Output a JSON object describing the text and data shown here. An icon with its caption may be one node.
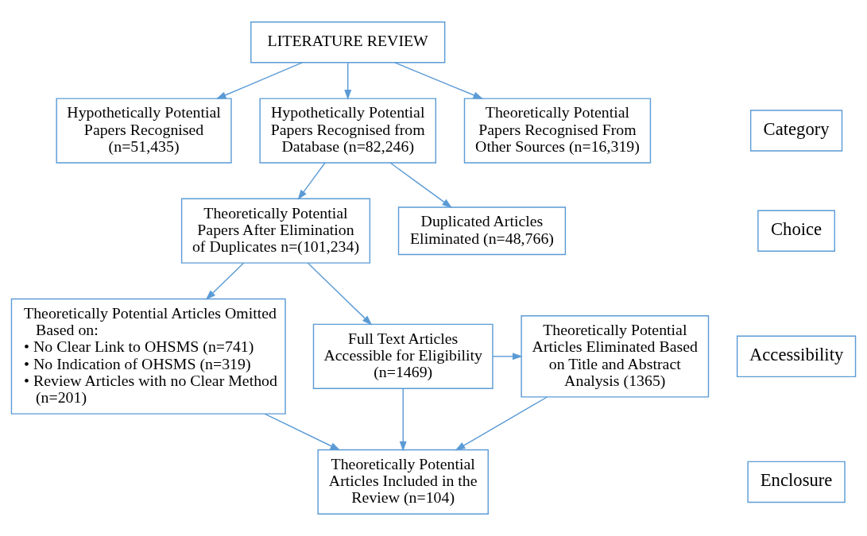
{
  "diagram": {
    "nodes": [
      {
        "text": [
          "LITERATURE REVIEW"
        ]
      },
      {
        "text": [
          "Category"
        ]
      },
      {
        "text": [
          "Hypothetically Potential Papers Recognised (n=51,435)"
        ]
      },
      {
        "text": [
          "Hypothetically Potential Papers Recognised from Database (n=82,246)"
        ]
      },
      {
        "text": [
          "Theoretically Potential Papers Recognised From Other Sources (n=16,319)"
        ]
      },
      {
        "text": [
          "Choice"
        ]
      },
      {
        "text": [
          "Theoretically Potential Papers After Elimination of Duplicates n=(101,234)"
        ]
      },
      {
        "text": [
          "Duplicated Articles Eliminated (n=48,766)"
        ]
      },
      {
        "text": [
          "Accessibility"
        ]
      },
      {
        "text": [
          "Theoretically Potential Articles Omitted Based on:",
          "• No Clear Link to OHSMS (n=741)",
          "• No Indication of OHSMS (n=319)",
          "• Review Articles with no Clear Method (n=201)"
        ]
      },
      {
        "text": [
          "Full Text Articles Accessible for Eligibility (n=1469)"
        ]
      },
      {
        "text": [
          "Theoretically Potential Articles Eliminated Based on Title and Abstract Analysis (1365)"
        ]
      },
      {
        "text": [
          "Enclosure"
        ]
      },
      {
        "text": [
          "Theoretically Potential Articles Included in the Review (n=104)"
        ]
      }
    ],
    "edges": [
      {
        "from": 0,
        "to": 2,
        "arrow": "to"
      },
      {
        "from": 0,
        "to": 3,
        "arrow": "to"
      },
      {
        "from": 0,
        "to": 4,
        "arrow": "to"
      },
      {
        "from": 3,
        "to": 6,
        "arrow": "to"
      },
      {
        "from": 3,
        "to": 7,
        "arrow": "to"
      },
      {
        "from": 6,
        "to": 9,
        "arrow": "to"
      },
      {
        "from": 6,
        "to": 10,
        "arrow": "to"
      },
      {
        "from": 10,
        "to": 11,
        "arrow": "to"
      },
      {
        "from": 10,
        "to": 13,
        "arrow": "to"
      },
      {
        "from": 9,
        "to": 13,
        "arrow": "to"
      },
      {
        "from": 11,
        "to": 13,
        "arrow": "to"
      }
    ]
  }
}
